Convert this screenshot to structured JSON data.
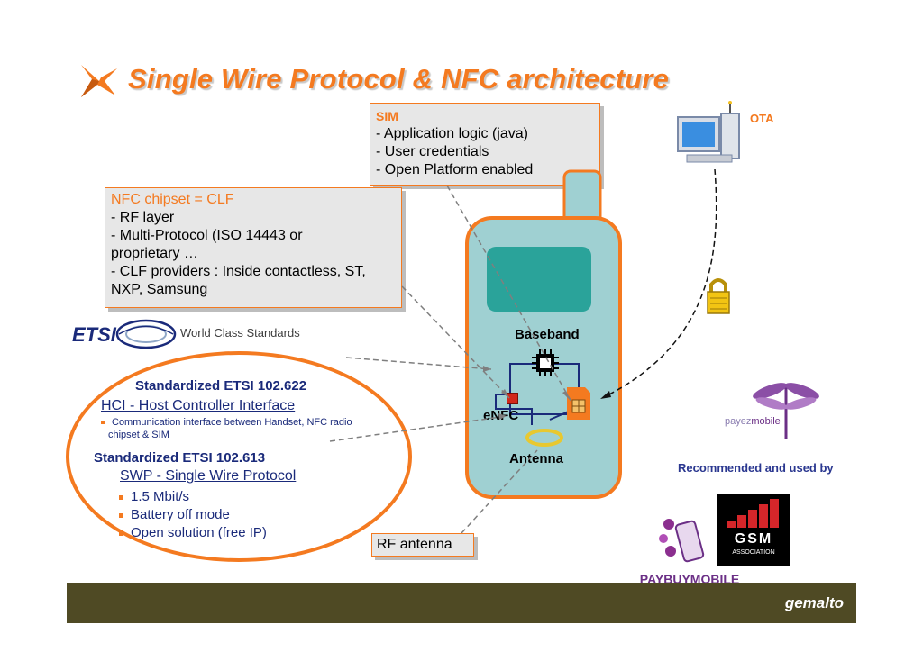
{
  "slide": {
    "title": "Single Wire Protocol & NFC architecture"
  },
  "sim_box": {
    "heading": "SIM",
    "lines": [
      "-  Application logic (java)",
      "-  User credentials",
      "-  Open Platform enabled"
    ]
  },
  "nfc_box": {
    "heading": "NFC chipset = CLF",
    "lines": [
      "- RF layer",
      "- Multi-Protocol (ISO 14443 or",
      "   proprietary …",
      "- CLF providers : Inside contactless, ST,",
      "   NXP, Samsung"
    ]
  },
  "etsi": {
    "logo_text": "ETSI",
    "tagline": "World Class Standards"
  },
  "standards": {
    "hci_title": "Standardized ETSI 102.622",
    "hci_link": "HCI - Host Controller Interface",
    "hci_bullet_1": "Communication interface between Handset, NFC radio",
    "hci_bullet_2": "chipset & SIM",
    "swp_title": "Standardized ETSI 102.613",
    "swp_link": "SWP - Single Wire Protocol",
    "swp_bullets": [
      "1.5 Mbit/s",
      "Battery off mode",
      "Open solution (free IP)"
    ]
  },
  "phone": {
    "baseband": "Baseband",
    "enfc": "eNFC",
    "antenna": "Antenna"
  },
  "rf_box": {
    "label": "RF antenna"
  },
  "ota": {
    "label": "OTA"
  },
  "partners": {
    "payez_prefix": "payez",
    "payez_suffix": "mobile",
    "recommended": "Recommended and used by",
    "gsm_name": "GSM",
    "gsm_sub": "ASSOCIATION",
    "paybuy": "PAYBUYMOBILE"
  },
  "footer": {
    "brand": "gemalto"
  },
  "colors": {
    "accent": "#f47a20",
    "navy": "#1a2a7a",
    "phone_body": "#9fd0d2",
    "footer": "#4f4a24"
  }
}
